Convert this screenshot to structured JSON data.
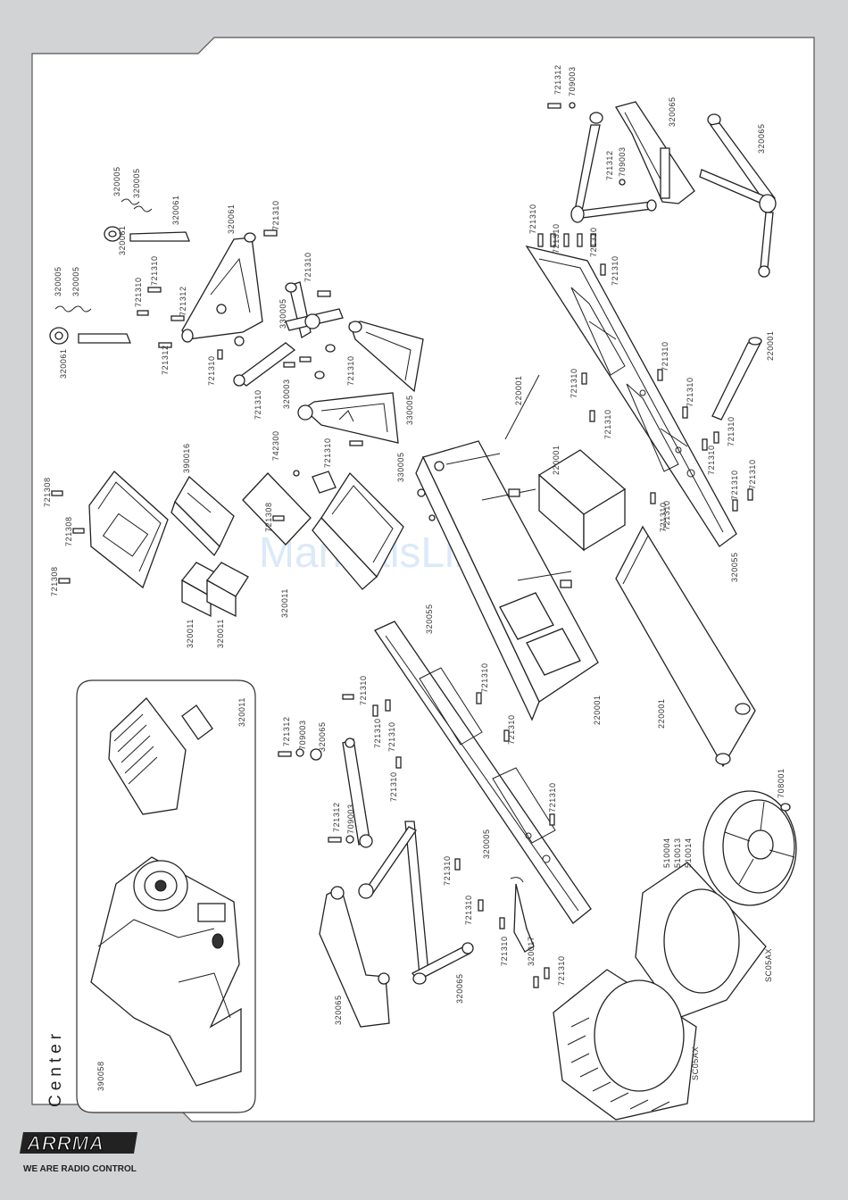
{
  "section_label": "Center",
  "watermark": "ManualsLib.de",
  "brand": {
    "logo_text": "ARRMA",
    "tagline": "WE ARE RADIO CONTROL"
  },
  "parts": [
    {
      "num": "721312"
    },
    {
      "num": "709003"
    },
    {
      "num": "320065"
    },
    {
      "num": "320065"
    },
    {
      "num": "721312"
    },
    {
      "num": "709003"
    },
    {
      "num": "721310"
    },
    {
      "num": "721310"
    },
    {
      "num": "721310"
    },
    {
      "num": "721310"
    },
    {
      "num": "320005"
    },
    {
      "num": "320005"
    },
    {
      "num": "320061"
    },
    {
      "num": "721310"
    },
    {
      "num": "320061"
    },
    {
      "num": "320005"
    },
    {
      "num": "320005"
    },
    {
      "num": "320061"
    },
    {
      "num": "320061"
    },
    {
      "num": "721310"
    },
    {
      "num": "721310"
    },
    {
      "num": "721312"
    },
    {
      "num": "721312"
    },
    {
      "num": "721310"
    },
    {
      "num": "721310"
    },
    {
      "num": "330005"
    },
    {
      "num": "721310"
    },
    {
      "num": "320003"
    },
    {
      "num": "721310"
    },
    {
      "num": "330005"
    },
    {
      "num": "721310"
    },
    {
      "num": "330005"
    },
    {
      "num": "220001"
    },
    {
      "num": "721310"
    },
    {
      "num": "721310"
    },
    {
      "num": "721310"
    },
    {
      "num": "220001"
    },
    {
      "num": "721310"
    },
    {
      "num": "721310"
    },
    {
      "num": "721310"
    },
    {
      "num": "721310"
    },
    {
      "num": "721310"
    },
    {
      "num": "220001"
    },
    {
      "num": "721310"
    },
    {
      "num": "721310"
    },
    {
      "num": "320055"
    },
    {
      "num": "721308"
    },
    {
      "num": "721308"
    },
    {
      "num": "721308"
    },
    {
      "num": "390016"
    },
    {
      "num": "742300"
    },
    {
      "num": "721308"
    },
    {
      "num": "320011"
    },
    {
      "num": "320011"
    },
    {
      "num": "320011"
    },
    {
      "num": "320055"
    },
    {
      "num": "220001"
    },
    {
      "num": "220001"
    },
    {
      "num": "721310"
    },
    {
      "num": "721310"
    },
    {
      "num": "721312"
    },
    {
      "num": "709003"
    },
    {
      "num": "320065"
    },
    {
      "num": "721310"
    },
    {
      "num": "721310"
    },
    {
      "num": "721310"
    },
    {
      "num": "721310"
    },
    {
      "num": "721312"
    },
    {
      "num": "709003"
    },
    {
      "num": "721310"
    },
    {
      "num": "320005"
    },
    {
      "num": "708001"
    },
    {
      "num": "510004"
    },
    {
      "num": "510013"
    },
    {
      "num": "510014"
    },
    {
      "num": "721310"
    },
    {
      "num": "721310"
    },
    {
      "num": "320017"
    },
    {
      "num": "721310"
    },
    {
      "num": "721310"
    },
    {
      "num": "320065"
    },
    {
      "num": "320065"
    },
    {
      "num": "SC05AX"
    },
    {
      "num": "SC05AX"
    },
    {
      "num": "320011"
    },
    {
      "num": "390058"
    }
  ]
}
